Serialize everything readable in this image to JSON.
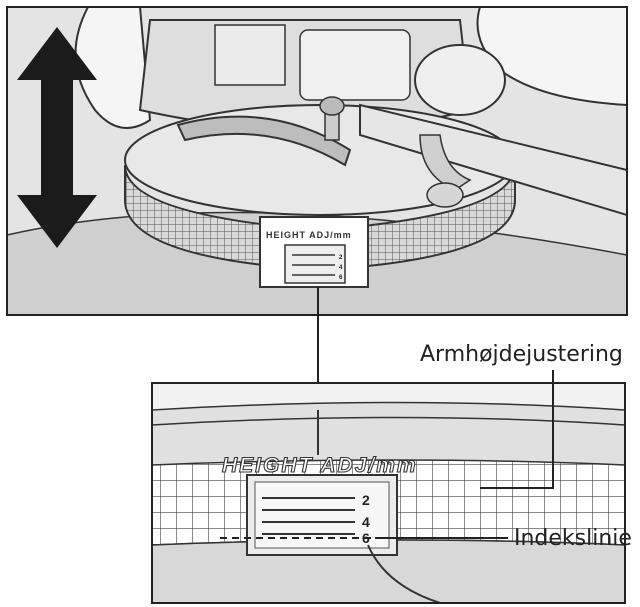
{
  "plate": {
    "label": "HEIGHT ADJ/mm"
  },
  "scale": {
    "marks": [
      "2",
      "4",
      "6"
    ]
  },
  "callouts": {
    "height_adjust": "Armhøjdejustering",
    "index_line": "Indekslinie"
  },
  "colors": {
    "frame_top_bg": "#e4e4e4",
    "frame_bottom_bg": "#e0e0e0",
    "line": "#222222"
  }
}
